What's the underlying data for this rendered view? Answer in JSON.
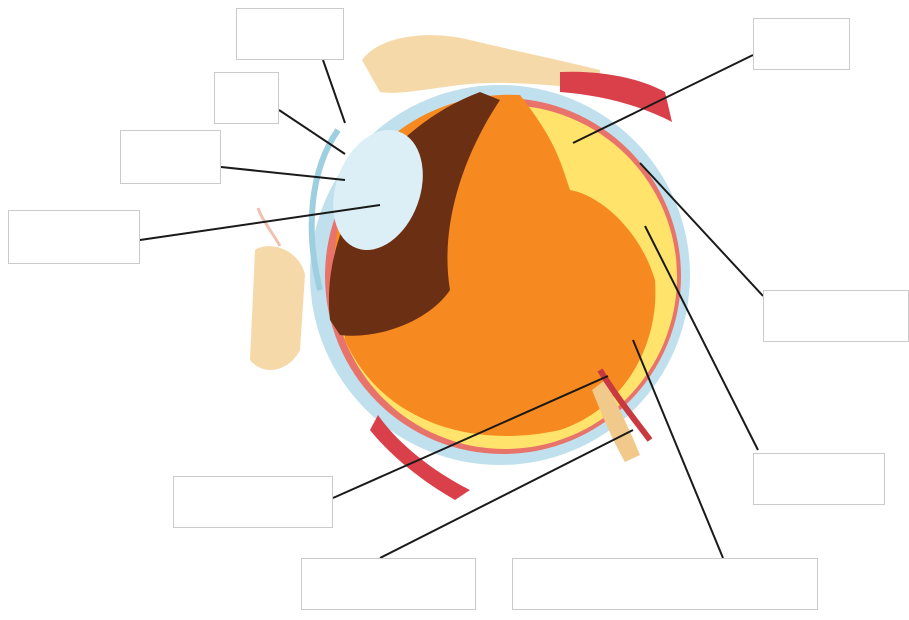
{
  "diagram": {
    "colors": {
      "background": "#ffffff",
      "box_border": "#c9cbcd",
      "leader_line": "#1a1a1a",
      "sclera": "#bfe0ec",
      "choroid": "#e8736a",
      "retina": "#f9a425",
      "vitreous": "#f6891f",
      "lens": "#dceff7",
      "iris": "#6b2f14",
      "ciliary": "#a8521e",
      "yellow_layer": "#ffe36a",
      "muscle": "#d9404a",
      "optic_nerve": "#f1c98a"
    },
    "label_boxes": [
      {
        "id": "box-top",
        "text": ""
      },
      {
        "id": "box-upper-left",
        "text": ""
      },
      {
        "id": "box-mid-left",
        "text": ""
      },
      {
        "id": "box-left",
        "text": ""
      },
      {
        "id": "box-top-right",
        "text": ""
      },
      {
        "id": "box-right",
        "text": ""
      },
      {
        "id": "box-lower-right",
        "text": ""
      },
      {
        "id": "box-lower-left",
        "text": ""
      },
      {
        "id": "box-bottom-left",
        "text": ""
      },
      {
        "id": "box-bottom-right",
        "text": ""
      }
    ]
  }
}
